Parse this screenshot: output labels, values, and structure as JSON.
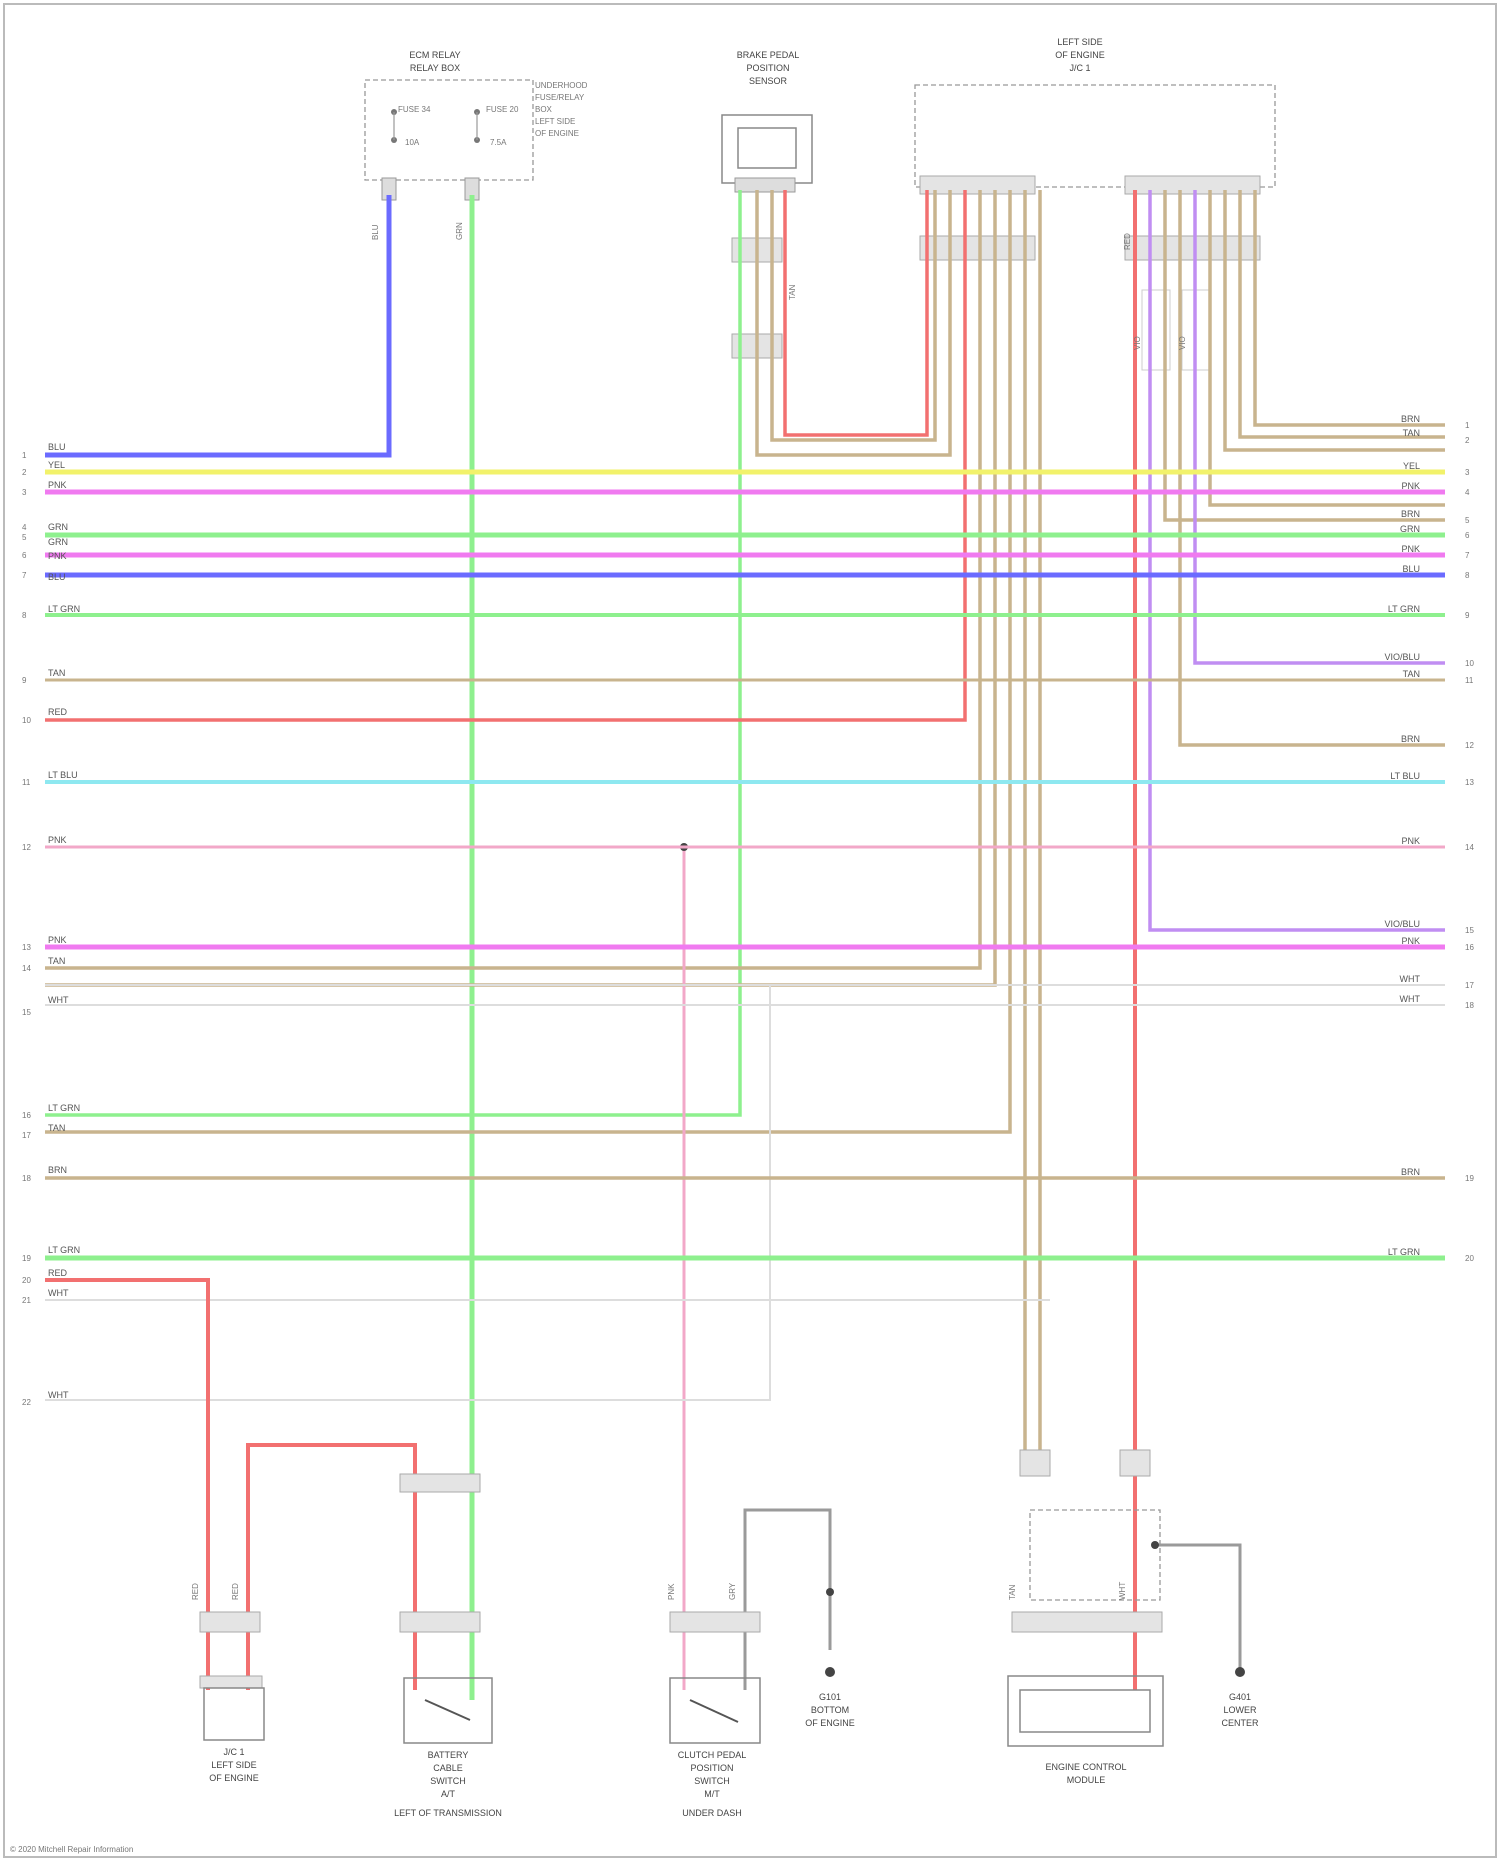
{
  "diagram": {
    "footer": "© 2020 Mitchell Repair Information",
    "colors": {
      "blue": "#6b6bff",
      "yellow": "#f2f26a",
      "pink": "#f07af0",
      "light_green": "#8ef08e",
      "tan": "#c8b48e",
      "red": "#f27070",
      "light_blue": "#8ee8f0",
      "light_pink": "#f2a8c8",
      "white": "#e4e4e4",
      "violet": "#c08ef2",
      "gray": "#9a9a9a",
      "dark": "#444444"
    },
    "components": {
      "relay_box": {
        "title_1": "ECM RELAY",
        "title_2": "RELAY BOX",
        "pin_a": "FUSE 34",
        "pin_b": "FUSE 20",
        "pin_c": "10A",
        "pin_d": "7.5A",
        "note_1": "UNDERHOOD",
        "note_2": "FUSE/RELAY",
        "note_3": "BOX",
        "note_4": "LEFT SIDE",
        "note_5": "OF ENGINE"
      },
      "sensor_top": {
        "title_1": "BRAKE PEDAL",
        "title_2": "POSITION",
        "title_3": "SENSOR"
      },
      "connector_top": {
        "title_1": "LEFT SIDE",
        "title_2": "OF ENGINE",
        "title_3": "J/C 1"
      },
      "bottom_1": {
        "name_1": "J/C 1",
        "name_2": "LEFT SIDE",
        "name_3": "OF ENGINE"
      },
      "bottom_2": {
        "name_1": "BATTERY",
        "name_2": "CABLE",
        "name_3": "SWITCH",
        "name_4": "A/T",
        "name_5": "LEFT OF TRANSMISSION"
      },
      "bottom_3": {
        "name_1": "CLUTCH PEDAL",
        "name_2": "POSITION",
        "name_3": "SWITCH",
        "name_4": "M/T",
        "name_5": "UNDER DASH"
      },
      "ground_1": {
        "name_1": "G101",
        "name_2": "BOTTOM",
        "name_3": "OF ENGINE"
      },
      "bottom_4": {
        "name_1": "ENGINE CONTROL",
        "name_2": "MODULE"
      },
      "ground_2": {
        "name_1": "G401",
        "name_2": "LOWER",
        "name_3": "CENTER"
      }
    },
    "left_labels": [
      {
        "pin": "1",
        "code": "BLU"
      },
      {
        "pin": "2",
        "code": "YEL"
      },
      {
        "pin": "3",
        "code": "PNK"
      },
      {
        "pin": "4",
        "code": "GRN"
      },
      {
        "pin": "5",
        "code": "GRN"
      },
      {
        "pin": "6",
        "code": "PNK"
      },
      {
        "pin": "7",
        "code": "BLU"
      },
      {
        "pin": "8",
        "code": "LT GRN"
      },
      {
        "pin": "9",
        "code": "TAN"
      },
      {
        "pin": "10",
        "code": "RED"
      },
      {
        "pin": "11",
        "code": "LT BLU"
      },
      {
        "pin": "12",
        "code": "PNK"
      },
      {
        "pin": "13",
        "code": "PNK"
      },
      {
        "pin": "14",
        "code": "TAN"
      },
      {
        "pin": "15",
        "code": "WHT"
      },
      {
        "pin": "16",
        "code": "LT GRN"
      },
      {
        "pin": "17",
        "code": "TAN"
      },
      {
        "pin": "18",
        "code": "BRN"
      },
      {
        "pin": "19",
        "code": "LT GRN"
      },
      {
        "pin": "20",
        "code": "RED"
      },
      {
        "pin": "21",
        "code": "WHT"
      },
      {
        "pin": "22",
        "code": "WHT"
      }
    ],
    "right_labels": [
      {
        "pin": "1",
        "code": "BRN"
      },
      {
        "pin": "2",
        "code": "TAN"
      },
      {
        "pin": "3",
        "code": "YEL"
      },
      {
        "pin": "4",
        "code": "PNK"
      },
      {
        "pin": "5",
        "code": "BRN"
      },
      {
        "pin": "6",
        "code": "GRN"
      },
      {
        "pin": "7",
        "code": "PNK"
      },
      {
        "pin": "8",
        "code": "BLU"
      },
      {
        "pin": "9",
        "code": "LT GRN"
      },
      {
        "pin": "10",
        "code": "VIO/BLU"
      },
      {
        "pin": "11",
        "code": "TAN"
      },
      {
        "pin": "12",
        "code": "BRN"
      },
      {
        "pin": "13",
        "code": "LT BLU"
      },
      {
        "pin": "14",
        "code": "PNK"
      },
      {
        "pin": "15",
        "code": "VIO/BLU"
      },
      {
        "pin": "16",
        "code": "PNK"
      },
      {
        "pin": "17",
        "code": "WHT"
      },
      {
        "pin": "18",
        "code": "WHT"
      },
      {
        "pin": "19",
        "code": "BRN"
      },
      {
        "pin": "20",
        "code": "LT GRN"
      }
    ],
    "wire_codes": {
      "blue_drop": "BLU",
      "green_drop": "GRN",
      "tan_pair": "TAN",
      "red_loop": "RED",
      "vio_a": "VIO",
      "vio_b": "VIO",
      "bottom_red_a": "RED",
      "bottom_red_b": "RED",
      "bottom_pink": "PNK",
      "bottom_gray": "GRY",
      "bottom_tan": "TAN",
      "bottom_wht": "WHT"
    }
  }
}
